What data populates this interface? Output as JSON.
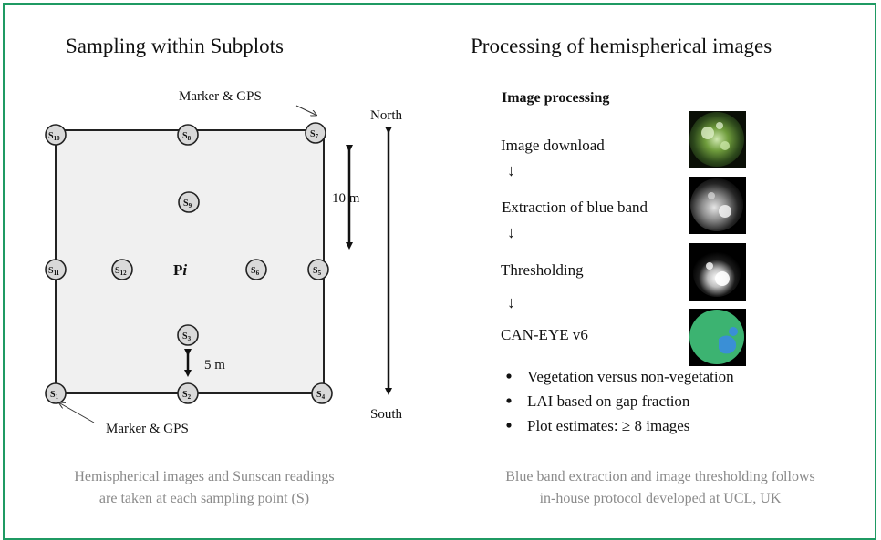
{
  "left_panel": {
    "title": "Sampling within Subplots",
    "marker_top": "Marker & GPS",
    "marker_bottom": "Marker & GPS",
    "center_label_p": "P",
    "center_label_i": "i",
    "scale_10": "10 m",
    "scale_5": "5 m",
    "north": "North",
    "south": "South",
    "caption_line1": "Hemispherical images and Sunscan readings",
    "caption_line2": "are taken at each sampling point (S)",
    "points": [
      {
        "id": "s1",
        "main": "S",
        "sub": "1"
      },
      {
        "id": "s2",
        "main": "S",
        "sub": "2"
      },
      {
        "id": "s3",
        "main": "S",
        "sub": "3"
      },
      {
        "id": "s4",
        "main": "S",
        "sub": "4"
      },
      {
        "id": "s5",
        "main": "S",
        "sub": "5"
      },
      {
        "id": "s6",
        "main": "S",
        "sub": "6"
      },
      {
        "id": "s7",
        "main": "S",
        "sub": "7"
      },
      {
        "id": "s8",
        "main": "S",
        "sub": "8"
      },
      {
        "id": "s9",
        "main": "S",
        "sub": "9"
      },
      {
        "id": "s10",
        "main": "S",
        "sub": "10"
      },
      {
        "id": "s11",
        "main": "S",
        "sub": "11"
      },
      {
        "id": "s12",
        "main": "S",
        "sub": "12"
      }
    ]
  },
  "right_panel": {
    "title": "Processing of hemispherical images",
    "heading": "Image processing",
    "steps": [
      "Image download",
      "Extraction of blue band",
      "Thresholding",
      "CAN-EYE v6"
    ],
    "bullets": [
      "Vegetation versus non-vegetation",
      "LAI based on gap fraction",
      "Plot estimates: ≥ 8 images"
    ],
    "caption_line1": "Blue band extraction and image thresholding follows",
    "caption_line2": "in-house protocol developed at UCL, UK"
  },
  "colors": {
    "frame": "#1f9a63",
    "plot_fill": "#f0f0f0",
    "caption_grey": "#8a8a8a",
    "result_green": "#3cb371",
    "result_blue": "#3a8fd6"
  }
}
